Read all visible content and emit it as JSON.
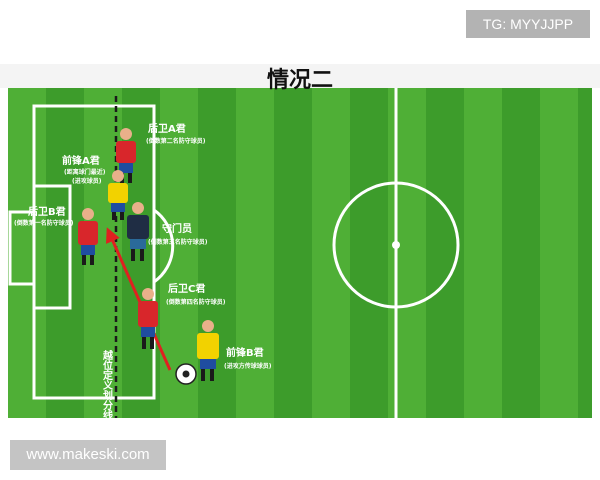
{
  "watermark_top": "TG: MYYJJPP",
  "watermark_bottom": "www.makeski.com",
  "diagram": {
    "title": "情况二",
    "offside_line_label": "越位定义划分线",
    "players": {
      "defender_a": {
        "name": "后卫A君",
        "note": "(倒数第二名防守球员)"
      },
      "forward_a": {
        "name": "前锋A君",
        "note1": "(距离球门最近)",
        "note2": "(进攻球员)"
      },
      "defender_b": {
        "name": "后卫B君",
        "note": "(倒数第一名防守球员)"
      },
      "goalkeeper": {
        "name": "守门员",
        "note": "(倒数第三名防守球员)"
      },
      "defender_c": {
        "name": "后卫C君",
        "note": "(倒数第四名防守球员)"
      },
      "forward_b": {
        "name": "前锋B君",
        "note": "(进攻方传球球员)"
      }
    },
    "colors": {
      "pitch_dark": "#3c9a2c",
      "pitch_light": "#5fbd3f",
      "red_kit": "#d8262b",
      "yellow_kit": "#f2d200",
      "keeper_kit": "#1f2d44",
      "pass_arrow": "#e02020"
    }
  }
}
